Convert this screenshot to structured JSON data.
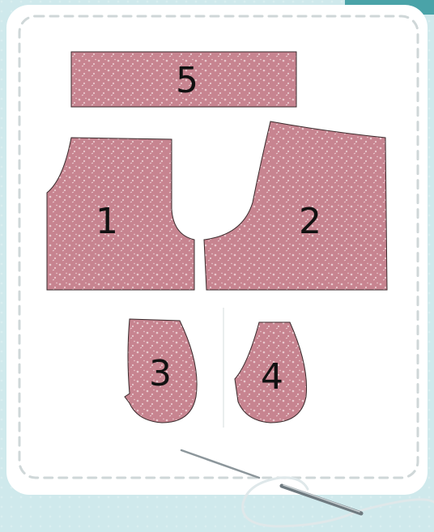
{
  "colors": {
    "background": "#cfe9ec",
    "card": "#ffffff",
    "stitch": "#cfd7d8",
    "fabric": "#c78490",
    "fabric_dots": "#e9c9ce",
    "outline": "#3a2a2c",
    "needle": "#8c969b",
    "thread": "#e8eef0"
  },
  "pieces": [
    {
      "id": "piece-5",
      "label": "5"
    },
    {
      "id": "piece-1",
      "label": "1"
    },
    {
      "id": "piece-2",
      "label": "2"
    },
    {
      "id": "piece-3",
      "label": "3"
    },
    {
      "id": "piece-4",
      "label": "4"
    }
  ]
}
